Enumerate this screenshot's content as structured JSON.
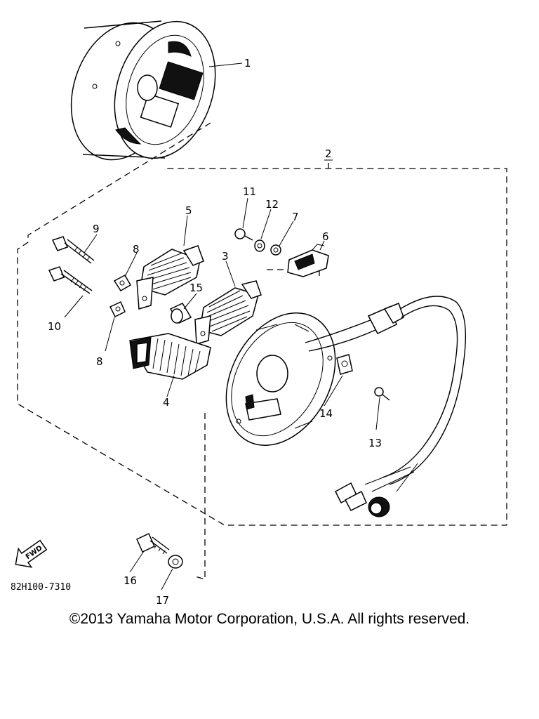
{
  "diagram": {
    "callouts": [
      "1",
      "2",
      "3",
      "4",
      "5",
      "6",
      "7",
      "8",
      "8",
      "9",
      "10",
      "11",
      "12",
      "13",
      "14",
      "15",
      "16",
      "17"
    ],
    "fwd_label": "FWD",
    "part_number": "82H100-7310"
  },
  "copyright": "©2013 Yamaha Motor Corporation, U.S.A. All rights reserved."
}
